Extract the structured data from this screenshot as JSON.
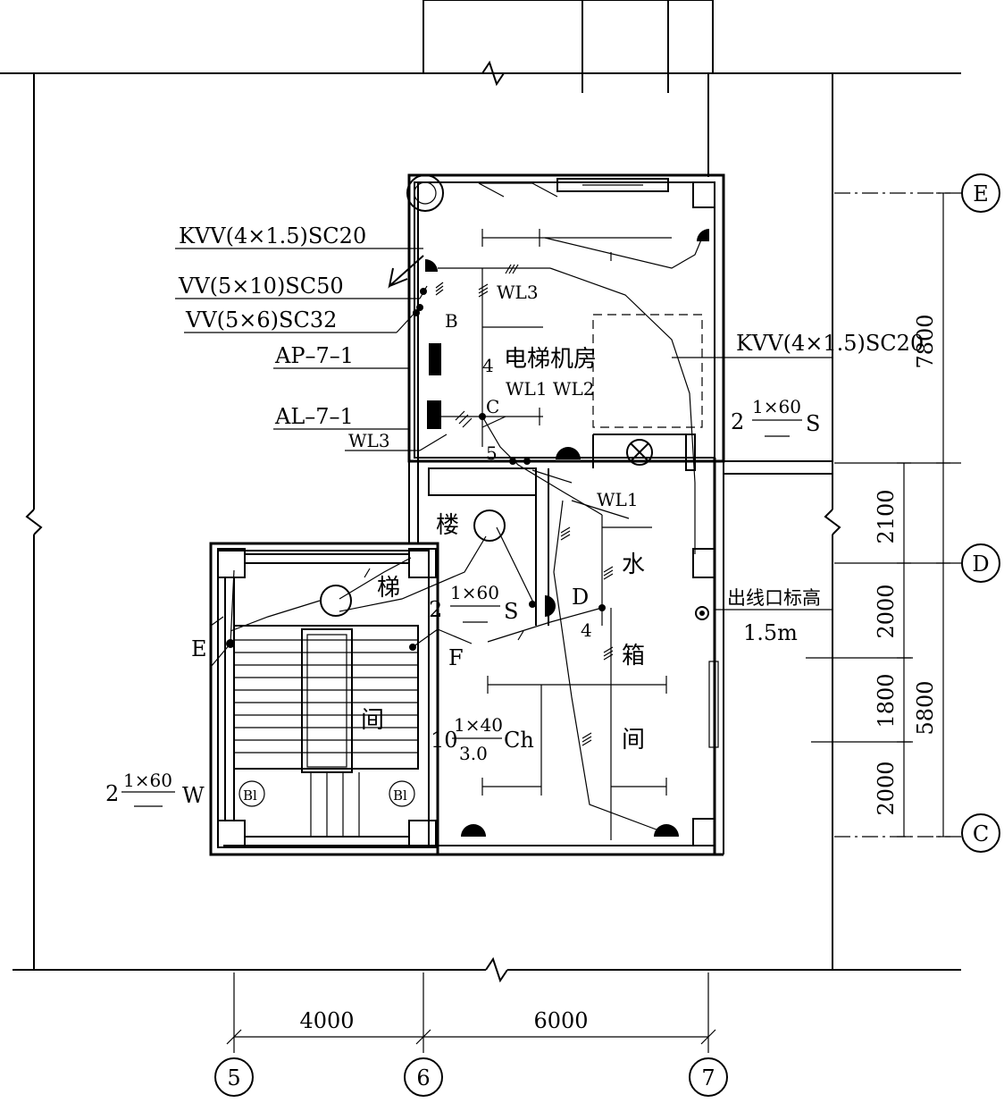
{
  "cables": {
    "kvv_top": "KVV(4×1.5)SC20",
    "vv_10": "VV(5×10)SC50",
    "vv_6": "VV(5×6)SC32",
    "kvv_right": "KVV(4×1.5)SC20"
  },
  "panels": {
    "ap": "AP–7–1",
    "al": "AL–7–1",
    "wl3_left": "WL3"
  },
  "circuits": {
    "wl3": "WL3",
    "wl1_wl2": "WL1 WL2",
    "wl1": "WL1"
  },
  "nodes": {
    "b": "B",
    "c": "C",
    "d": "D",
    "e": "E",
    "f": "F",
    "n4_top": "4",
    "n5": "5",
    "n4_mid": "4"
  },
  "rooms": {
    "elevator_room": "电梯机房",
    "stair_1": "楼",
    "stair_2": "梯",
    "stair_3": "间",
    "tank_1": "水",
    "tank_2": "箱",
    "tank_3": "间"
  },
  "fixtures": {
    "f1": {
      "count": "2",
      "numerator": "1×60",
      "suffix": "S"
    },
    "f2": {
      "count": "2",
      "numerator": "1×60",
      "suffix": "S"
    },
    "f3": {
      "count": "10",
      "numerator": "1×40",
      "denominator": "3.0",
      "suffix": "Ch"
    },
    "f4": {
      "count": "2",
      "numerator": "1×60",
      "suffix": "W"
    },
    "bl_left": "Bl",
    "bl_right": "Bl"
  },
  "outlet_note": {
    "line1": "出线口标高",
    "line2": "1.5m"
  },
  "dims_right": [
    "2100",
    "2000",
    "1800",
    "2000"
  ],
  "dims_right_total": [
    "7800",
    "5800"
  ],
  "dims_bottom": [
    "4000",
    "6000"
  ],
  "axes": {
    "rows": [
      "E",
      "D",
      "C"
    ],
    "cols": [
      "5",
      "6",
      "7"
    ]
  }
}
